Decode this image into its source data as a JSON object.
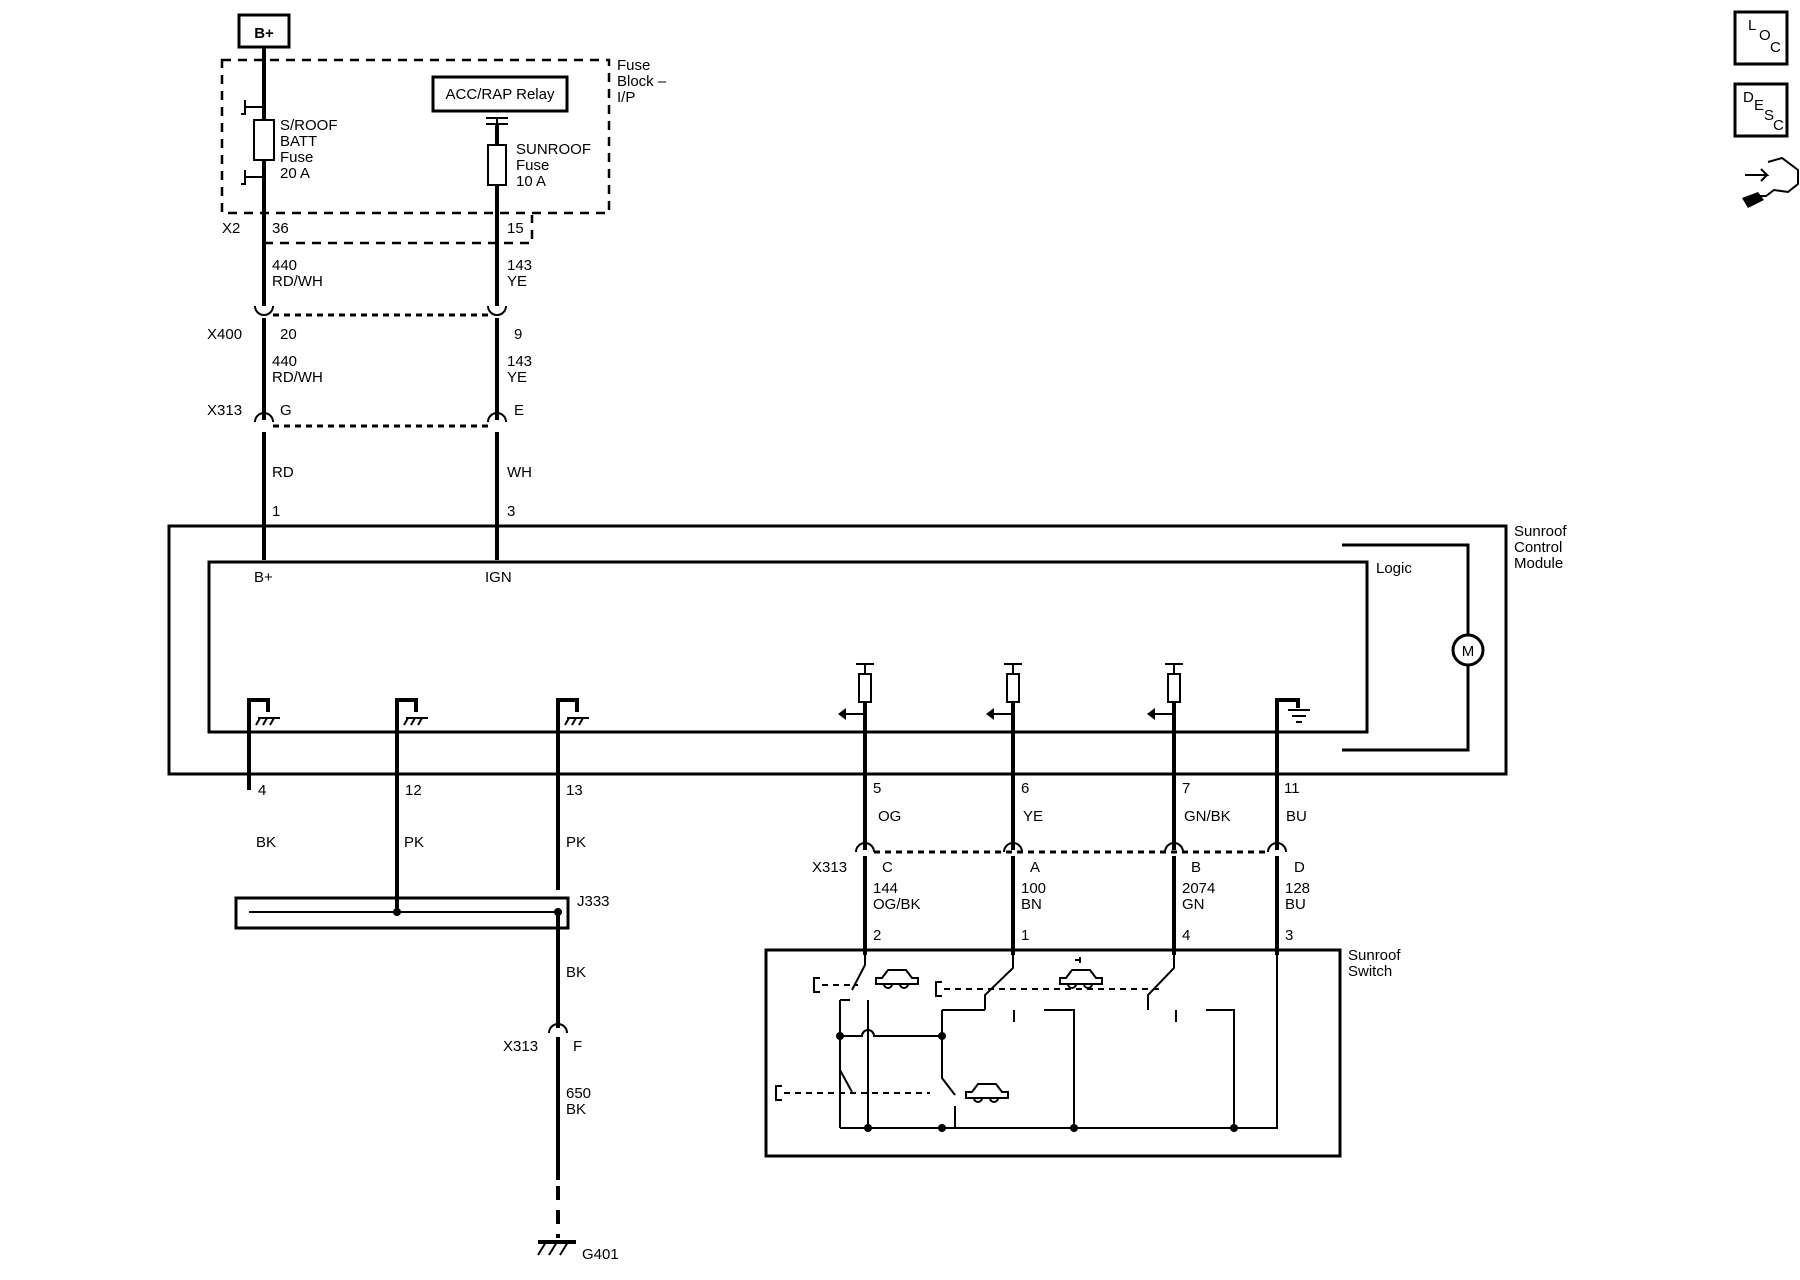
{
  "power": {
    "source": "B+"
  },
  "fuse_block": {
    "label_line1": "Fuse",
    "label_line2": "Block –",
    "label_line3": "I/P",
    "relay": "ACC/RAP Relay",
    "fuse1": {
      "line1": "S/ROOF",
      "line2": "BATT",
      "line3": "Fuse",
      "line4": "20 A"
    },
    "fuse2": {
      "line1": "SUNROOF",
      "line2": "Fuse",
      "line3": "10 A"
    }
  },
  "connectors": {
    "x2": {
      "name": "X2",
      "pin_left": "36",
      "pin_right": "15"
    },
    "x400": {
      "name": "X400",
      "pin_left": "20",
      "pin_right": "9"
    },
    "x313_top": {
      "name": "X313",
      "pin_left": "G",
      "pin_right": "E"
    },
    "x313_switch": {
      "name": "X313",
      "pins": [
        "C",
        "A",
        "B",
        "D"
      ]
    },
    "x313_ground": {
      "name": "X313",
      "pin": "F"
    }
  },
  "wires": {
    "batt_upper": {
      "circuit": "440",
      "color": "RD/WH"
    },
    "ign_upper": {
      "circuit": "143",
      "color": "YE"
    },
    "batt_mid": {
      "circuit": "440",
      "color": "RD/WH"
    },
    "ign_mid": {
      "circuit": "143",
      "color": "YE"
    },
    "batt_low": {
      "color": "RD"
    },
    "ign_low": {
      "color": "WH"
    },
    "gnd4": {
      "color": "BK"
    },
    "gnd12": {
      "color": "PK"
    },
    "gnd13": {
      "color": "PK"
    },
    "ground_trunk": {
      "color": "BK"
    },
    "ground_final": {
      "circuit": "650",
      "color": "BK"
    },
    "sw5": {
      "color": "OG"
    },
    "sw6": {
      "color": "YE"
    },
    "sw7": {
      "color": "GN/BK"
    },
    "sw11": {
      "color": "BU"
    },
    "swC": {
      "circuit": "144",
      "color": "OG/BK"
    },
    "swA": {
      "circuit": "100",
      "color": "BN"
    },
    "swB": {
      "circuit": "2074",
      "color": "GN"
    },
    "swD": {
      "circuit": "128",
      "color": "BU"
    }
  },
  "module": {
    "label_line1": "Sunroof",
    "label_line2": "Control",
    "label_line3": "Module",
    "pin_bplus": "1",
    "pin_ign": "3",
    "label_bplus": "B+",
    "label_ign": "IGN",
    "logic": "Logic",
    "motor": "M",
    "bottom_pins": [
      "4",
      "12",
      "13",
      "5",
      "6",
      "7",
      "11"
    ]
  },
  "splice": {
    "name": "J333"
  },
  "ground": {
    "name": "G401"
  },
  "switch": {
    "label_line1": "Sunroof",
    "label_line2": "Switch",
    "pins": [
      "2",
      "1",
      "4",
      "3"
    ]
  },
  "side_icons": {
    "loc": {
      "l": "L",
      "o": "O",
      "c": "C"
    },
    "desc": {
      "d": "D",
      "e": "E",
      "s": "S",
      "c": "C"
    },
    "tool_icon": "wrench-icon"
  }
}
